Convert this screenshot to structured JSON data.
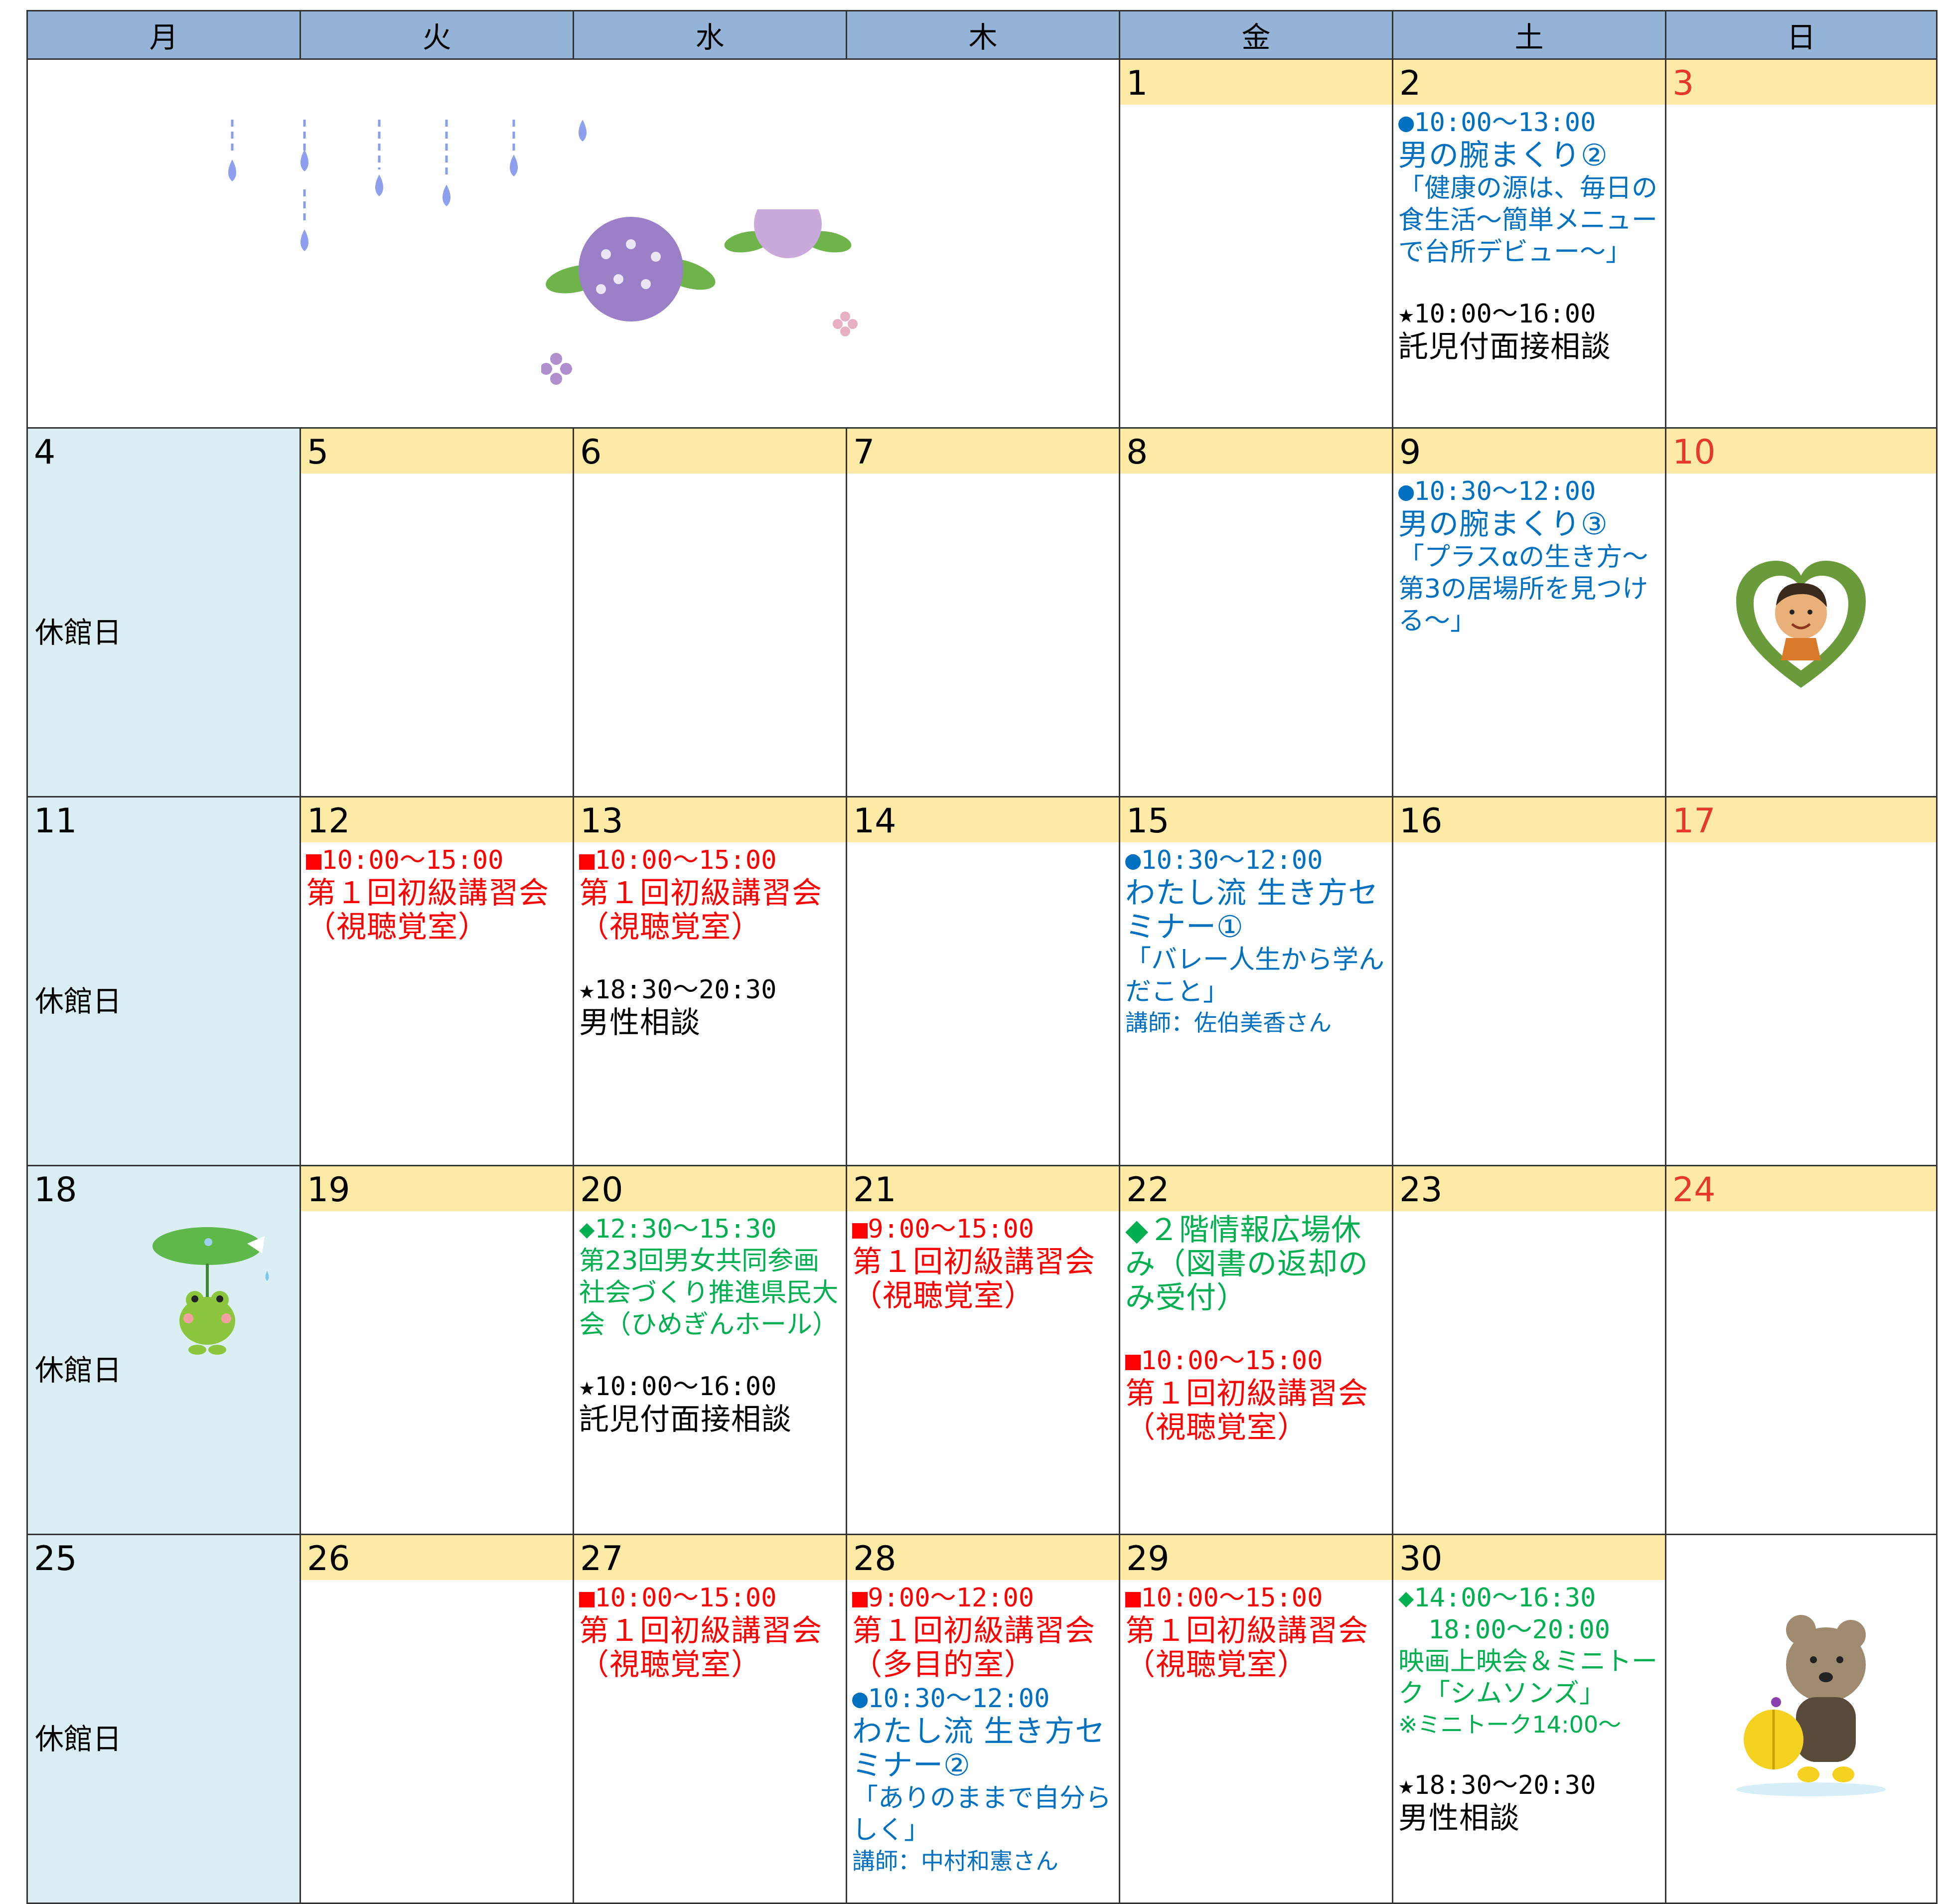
{
  "weekdays": [
    "月",
    "火",
    "水",
    "木",
    "金",
    "土",
    "日"
  ],
  "closed_label": "休館日",
  "colors": {
    "header_bg": "#95b3d7",
    "date_band": "#ffeaa6",
    "monday_bg": "#daeef3",
    "sunday_red": "#e8382a",
    "event_blue": "#0070c0",
    "event_red": "#ff0000",
    "event_green": "#00b050"
  },
  "decorations": [
    "rain-drops-icon",
    "hydrangea-icon",
    "thanks-dad-heart-icon",
    "frog-with-leaf-umbrella-icon",
    "bear-with-umbrella-icon"
  ],
  "days": {
    "d1": "1",
    "d2": "2",
    "d3": "3",
    "d4": "4",
    "d5": "5",
    "d6": "6",
    "d7": "7",
    "d8": "8",
    "d9": "9",
    "d10": "10",
    "d11": "11",
    "d12": "12",
    "d13": "13",
    "d14": "14",
    "d15": "15",
    "d16": "16",
    "d17": "17",
    "d18": "18",
    "d19": "19",
    "d20": "20",
    "d21": "21",
    "d22": "22",
    "d23": "23",
    "d24": "24",
    "d25": "25",
    "d26": "26",
    "d27": "27",
    "d28": "28",
    "d29": "29",
    "d30": "30"
  },
  "events": {
    "d2": [
      {
        "time": "●10:00～13:00",
        "title": "男の腕まくり②",
        "detail": "「健康の源は、毎日の食生活～簡単メニューで台所デビュー～」"
      },
      {
        "time": "★10:00～16:00",
        "title": "託児付面接相談"
      }
    ],
    "d9": [
      {
        "time": "●10:30～12:00",
        "title": "男の腕まくり③",
        "detail": "「プラスαの生き方～第3の居場所を見つける～」"
      }
    ],
    "d12": [
      {
        "time": "■10:00～15:00",
        "title": "第１回初級講習会",
        "detail": "（視聴覚室）"
      }
    ],
    "d13": [
      {
        "time": "■10:00～15:00",
        "title": "第１回初級講習会",
        "detail": "（視聴覚室）"
      },
      {
        "time": "★18:30～20:30",
        "title": "男性相談"
      }
    ],
    "d15": [
      {
        "time": "●10:30～12:00",
        "title": "わたし流 生き方セミナー①",
        "detail": "「バレー人生から学んだこと」",
        "note": "講師：佐伯美香さん"
      }
    ],
    "d20": [
      {
        "time": "◆12:30～15:30",
        "detail": "第23回男女共同参画社会づくり推進県民大会（ひめぎんホール）"
      },
      {
        "time": "★10:00～16:00",
        "title": "託児付面接相談"
      }
    ],
    "d21": [
      {
        "time": "■9:00～15:00",
        "title": "第１回初級講習会",
        "detail": "（視聴覚室）"
      }
    ],
    "d22": [
      {
        "title": "◆２階情報広場休み（図書の返却のみ受付）"
      },
      {
        "time": "■10:00～15:00",
        "title": "第１回初級講習会",
        "detail": "（視聴覚室）"
      }
    ],
    "d27": [
      {
        "time": "■10:00～15:00",
        "title": "第１回初級講習会",
        "detail": "（視聴覚室）"
      }
    ],
    "d28": [
      {
        "time": "■9:00～12:00",
        "title": "第１回初級講習会",
        "detail": "（多目的室）"
      },
      {
        "time": "●10:30～12:00",
        "title": "わたし流 生き方セミナー②",
        "detail": "「ありのままで自分らしく」",
        "note": "講師：中村和憲さん"
      }
    ],
    "d29": [
      {
        "time": "■10:00～15:00",
        "title": "第１回初級講習会",
        "detail": "（視聴覚室）"
      }
    ],
    "d30": [
      {
        "time": "◆14:00～16:30",
        "time2": "18:00～20:00",
        "detail": "映画上映会＆ミニトーク「シムソンズ」",
        "note": "※ミニトーク14:00～"
      },
      {
        "time": "★18:30～20:30",
        "title": "男性相談"
      }
    ]
  }
}
